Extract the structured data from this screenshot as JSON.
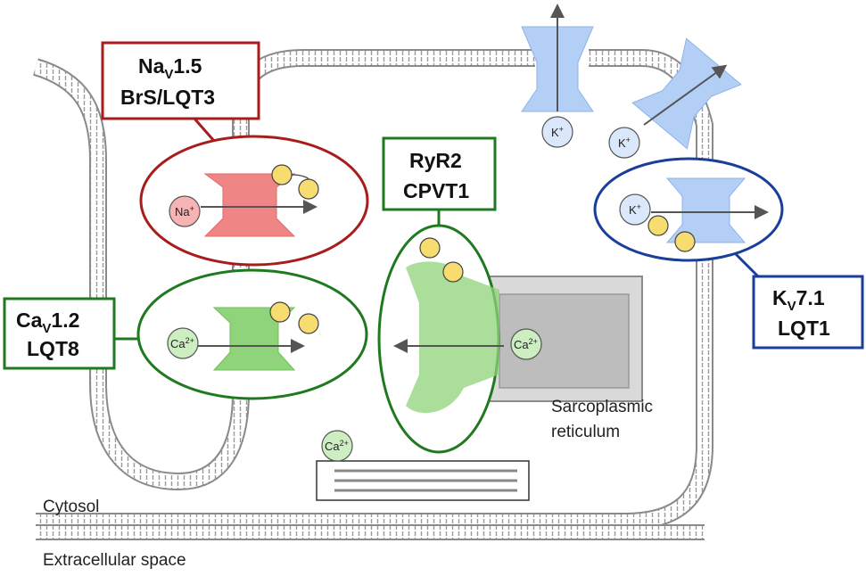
{
  "colors": {
    "nav_red": "#a81c1c",
    "cav_green": "#1f7a1f",
    "kv_blue": "#1a3f9a",
    "membrane": "#8a8a8a",
    "na_channel": "#f08585",
    "ca_channel": "#8fd37a",
    "k_channel": "#b3cff5",
    "beta_subunit": "#f7dc6f",
    "sr": "#c9c9c9"
  },
  "labels": {
    "nav": {
      "line1_main": "Na",
      "line1_sub": "V",
      "line1_rest": "1.5",
      "line2": "BrS/LQT3"
    },
    "cav": {
      "line1_main": "Ca",
      "line1_sub": "V",
      "line1_rest": "1.2",
      "line2": "LQT8"
    },
    "ryr": {
      "line1": "RyR2",
      "line2": "CPVT1"
    },
    "kv": {
      "line1_main": "K",
      "line1_sub": "V",
      "line1_rest": "7.1",
      "line2": "LQT1"
    }
  },
  "ions": {
    "na": {
      "base": "Na",
      "charge": "+"
    },
    "ca": {
      "base": "Ca",
      "charge": "2+"
    },
    "k": {
      "base": "K",
      "charge": "+"
    }
  },
  "regions": {
    "sr_line1": "Sarcoplasmic",
    "sr_line2": "reticulum",
    "cytosol": "Cytosol",
    "extracellular": "Extracellular space"
  }
}
